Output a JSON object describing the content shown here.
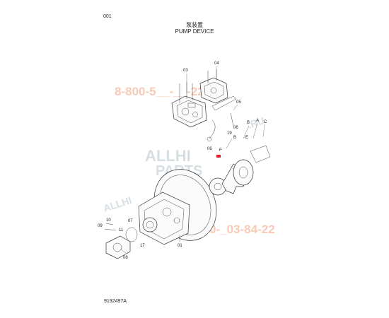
{
  "header": {
    "page_number": "001",
    "title_cn": "泵装置",
    "title_en": "PUMP DEVICE"
  },
  "footer": {
    "drawing_number": "9192497A"
  },
  "callouts": {
    "c03": "03",
    "c04": "04",
    "c05": "05",
    "c06": "06",
    "c01": "01",
    "c07": "07",
    "c08": "08",
    "c09": "09",
    "c10": "10",
    "c11": "11",
    "c17": "17",
    "c19": "19",
    "cA": "A",
    "cB": "B",
    "cC": "C",
    "cE": "E",
    "cF": "F"
  },
  "watermarks": {
    "phone_top": "8-800-5__-__-22",
    "phone_bottom": "8-800-_03-84-22",
    "brand": "ALLHI",
    "brand_parts": "PARTS",
    "domain_fragment": "ALLHI",
    "domain_suffix": ".RU"
  },
  "colors": {
    "watermark_orange": "#f3a07a",
    "watermark_grey": "#b8c4cc",
    "highlight_red": "#e02020"
  }
}
